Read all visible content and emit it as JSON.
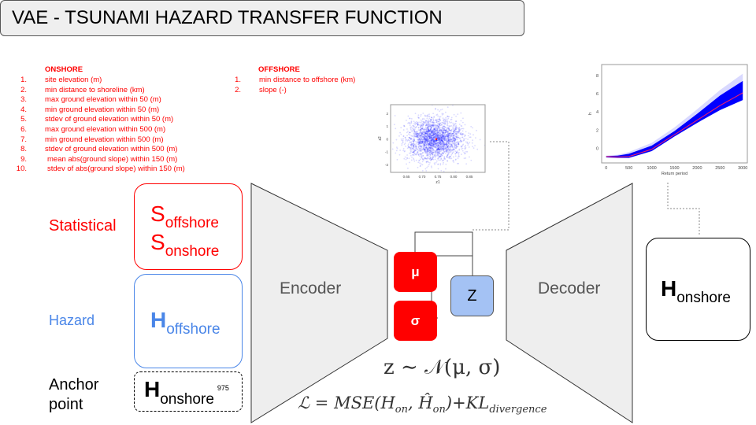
{
  "title": "VAE - TSUNAMI HAZARD TRANSFER FUNCTION",
  "onshore": {
    "heading": "ONSHORE",
    "items": [
      {
        "num": "1.",
        "text": "site elevation (m)"
      },
      {
        "num": "2.",
        "text": "min distance to shoreline (km)"
      },
      {
        "num": "3.",
        "text": "max ground elevation within 50 (m)"
      },
      {
        "num": "4.",
        "text": "min ground elevation within 50 (m)"
      },
      {
        "num": "5.",
        "text": "stdev of ground elevation within 50 (m)"
      },
      {
        "num": "6.",
        "text": "max ground elevation within 500 (m)"
      },
      {
        "num": "7.",
        "text": "min ground elevation within 500 (m)"
      },
      {
        "num": "8.",
        "text": "stdev of ground elevation within 500 (m)"
      },
      {
        "num": "9.",
        "text": "mean abs(ground slope) within 150 (m)"
      },
      {
        "num": "10.",
        "text": "stdev of abs(ground slope) within 150 (m)"
      }
    ]
  },
  "offshore": {
    "heading": "OFFSHORE",
    "items": [
      {
        "num": "1.",
        "text": "min distance to offshore (km)"
      },
      {
        "num": "2.",
        "text": "slope (-)"
      }
    ]
  },
  "inputs": {
    "statistical_label": "Statistical",
    "s_main": "S",
    "s_offshore_sub": "offshore",
    "s_onshore_sub": "onshore",
    "hazard_label": "Hazard",
    "h_main": "H",
    "h_offshore_sub": "offshore",
    "anchor_label_1": "Anchor",
    "anchor_label_2": "point",
    "anchor_sub": "onshore",
    "anchor_sup": "975"
  },
  "network": {
    "encoder": "Encoder",
    "decoder": "Decoder",
    "mu": "μ",
    "sigma": "σ",
    "z": "Z"
  },
  "output": {
    "main": "H",
    "sub": "onshore"
  },
  "formulas": {
    "sampling": "z ∼ 𝒩(μ, σ)",
    "loss_lhs": "ℒ = MSE(H",
    "loss_sub1": "on",
    "loss_mid": ", Ĥ",
    "loss_sub2": "on",
    "loss_rest": ")+KL",
    "loss_sub3": "divergence"
  },
  "colors": {
    "red": "#ff0000",
    "blue": "#4a86e8",
    "z_fill": "#a4c2f4",
    "gray": "#eeeeee"
  },
  "chart_data": [
    {
      "type": "scatter",
      "xlabel": "z1",
      "ylabel": "z2",
      "xticks": [
        "0.65",
        "0.70",
        "0.75",
        "0.80",
        "0.85"
      ],
      "yticks": [
        "-2",
        "-1",
        "0",
        "1",
        "2"
      ],
      "xlim": [
        0.6,
        0.9
      ],
      "ylim": [
        -2.6,
        2.7
      ],
      "distribution": {
        "mean": [
          0.74,
          0.0
        ],
        "std": [
          0.045,
          0.8
        ],
        "n": 2500
      },
      "highlight": [
        0.745,
        0.0
      ]
    },
    {
      "type": "line",
      "xlabel": "Return period",
      "ylabel": "h",
      "xticks": [
        "0",
        "500",
        "1000",
        "1500",
        "2000",
        "2500",
        "3000"
      ],
      "yticks": [
        "0",
        "2",
        "4",
        "6",
        "8"
      ],
      "xlim": [
        -100,
        3100
      ],
      "ylim": [
        -1.6,
        9.2
      ],
      "x": [
        0,
        250,
        500,
        1000,
        1500,
        2000,
        2500,
        3000
      ],
      "mean": [
        -0.9,
        -0.95,
        -0.9,
        -0.1,
        1.5,
        3.1,
        4.7,
        6.1
      ],
      "lower": [
        -1.0,
        -1.05,
        -1.05,
        -0.3,
        1.3,
        2.8,
        4.2,
        5.3
      ],
      "upper": [
        -0.85,
        -0.8,
        -0.6,
        0.3,
        1.9,
        3.8,
        5.8,
        7.4
      ],
      "outer_upper": [
        -0.8,
        -0.7,
        -0.4,
        0.6,
        2.3,
        4.3,
        6.4,
        8.2
      ]
    }
  ]
}
